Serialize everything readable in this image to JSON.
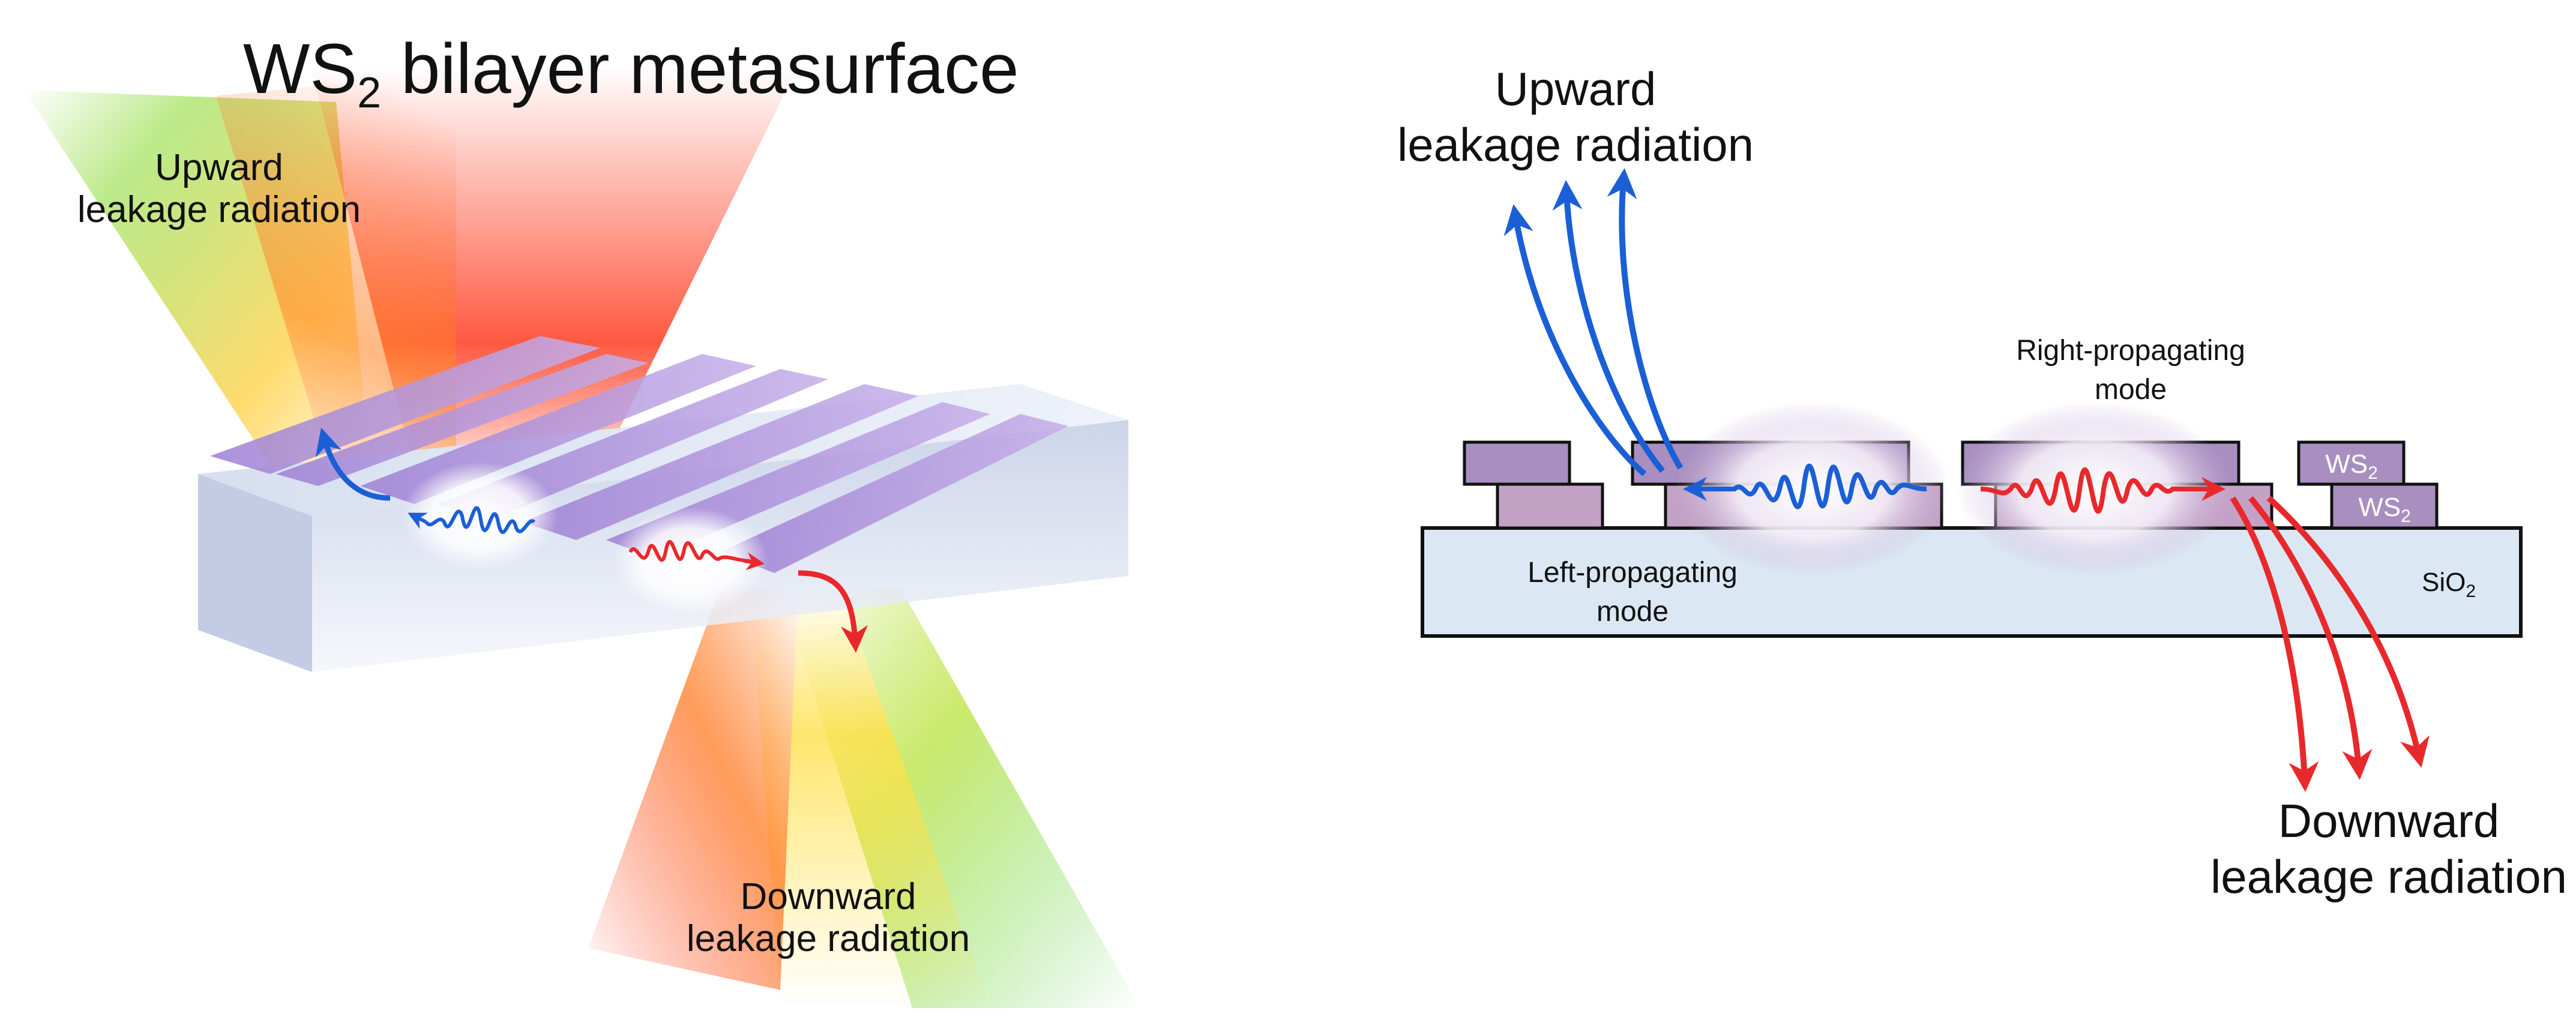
{
  "left_panel": {
    "title_main": "WS",
    "title_sub": "2",
    "title_rest": " bilayer metasurface",
    "upward_line1": "Upward",
    "upward_line2": "leakage radiation",
    "downward_line1": "Downward",
    "downward_line2": "leakage radiation"
  },
  "right_panel": {
    "upward_line1": "Upward",
    "upward_line2": "leakage radiation",
    "right_mode_line1": "Right-propagating",
    "right_mode_line2": "mode",
    "left_mode_line1": "Left-propagating",
    "left_mode_line2": "mode",
    "ws2_main": "WS",
    "ws2_sub": "2",
    "sio2_main": "SiO",
    "sio2_sub": "2",
    "downward_line1": "Downward",
    "downward_line2": "leakage radiation"
  },
  "colors": {
    "blue_wave": "#1a5fd6",
    "red_wave": "#e8292b",
    "purple_block": "#a98fbf",
    "substrate": "#dbe7f3",
    "outline": "#111111"
  }
}
